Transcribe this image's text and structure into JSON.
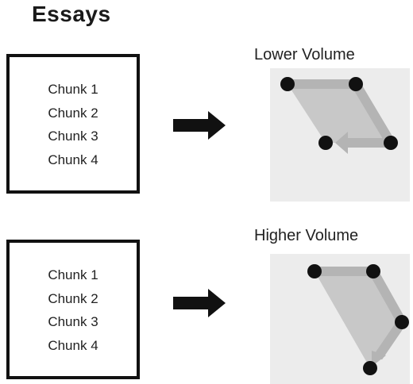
{
  "title": "Essays",
  "rows": [
    {
      "chunks": [
        "Chunk 1",
        "Chunk 2",
        "Chunk 3",
        "Chunk 4"
      ],
      "volume_label": "Lower Volume"
    },
    {
      "chunks": [
        "Chunk 1",
        "Chunk 2",
        "Chunk 3",
        "Chunk 4"
      ],
      "volume_label": "Higher Volume"
    }
  ],
  "colors": {
    "panel_bg": "#ececec",
    "fill": "#c8c8c8",
    "path": "#b4b4b4",
    "dot": "#111111",
    "arrow": "#111111"
  }
}
